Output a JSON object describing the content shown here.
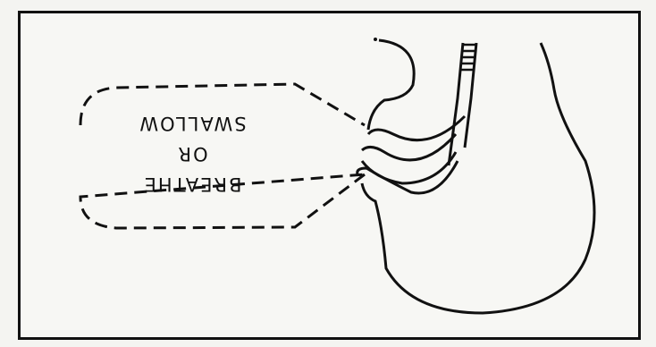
{
  "callout": {
    "line1": "BREATHE",
    "line2": "OR",
    "line3": "SWALLOW"
  },
  "colors": {
    "ink": "#111111",
    "paper": "#f7f7f4"
  }
}
